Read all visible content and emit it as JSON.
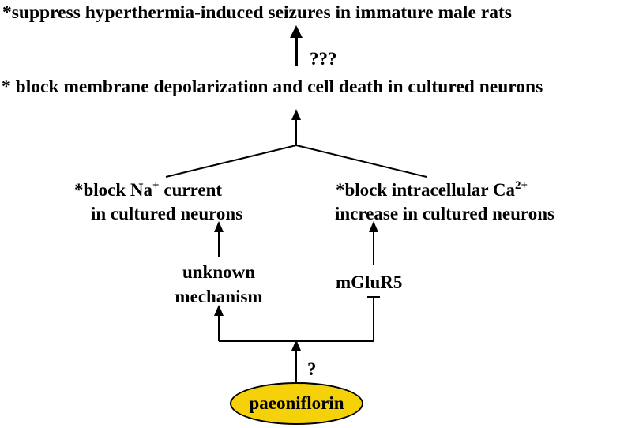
{
  "nodes": {
    "seizures": "*suppress hyperthermia-induced seizures in immature male rats",
    "qmarks": "???",
    "depolarization": "* block membrane depolarization and cell death in cultured neurons",
    "na_current": {
      "line1_prefix": "*block Na",
      "line1_sup": "+",
      "line1_suffix": " current",
      "line2": "in cultured neurons"
    },
    "ca_increase": {
      "line1_prefix": "*block intracellular Ca",
      "line1_sup": "2+",
      "line2": "increase in cultured neurons"
    },
    "unknown": {
      "line1": "unknown",
      "line2": "mechanism"
    },
    "mglur5": "mGluR5",
    "qmark": "?",
    "paeoniflorin": "paeoniflorin"
  },
  "colors": {
    "oval_fill": "#f5d10a",
    "lines": "#000000",
    "text": "#000000"
  }
}
